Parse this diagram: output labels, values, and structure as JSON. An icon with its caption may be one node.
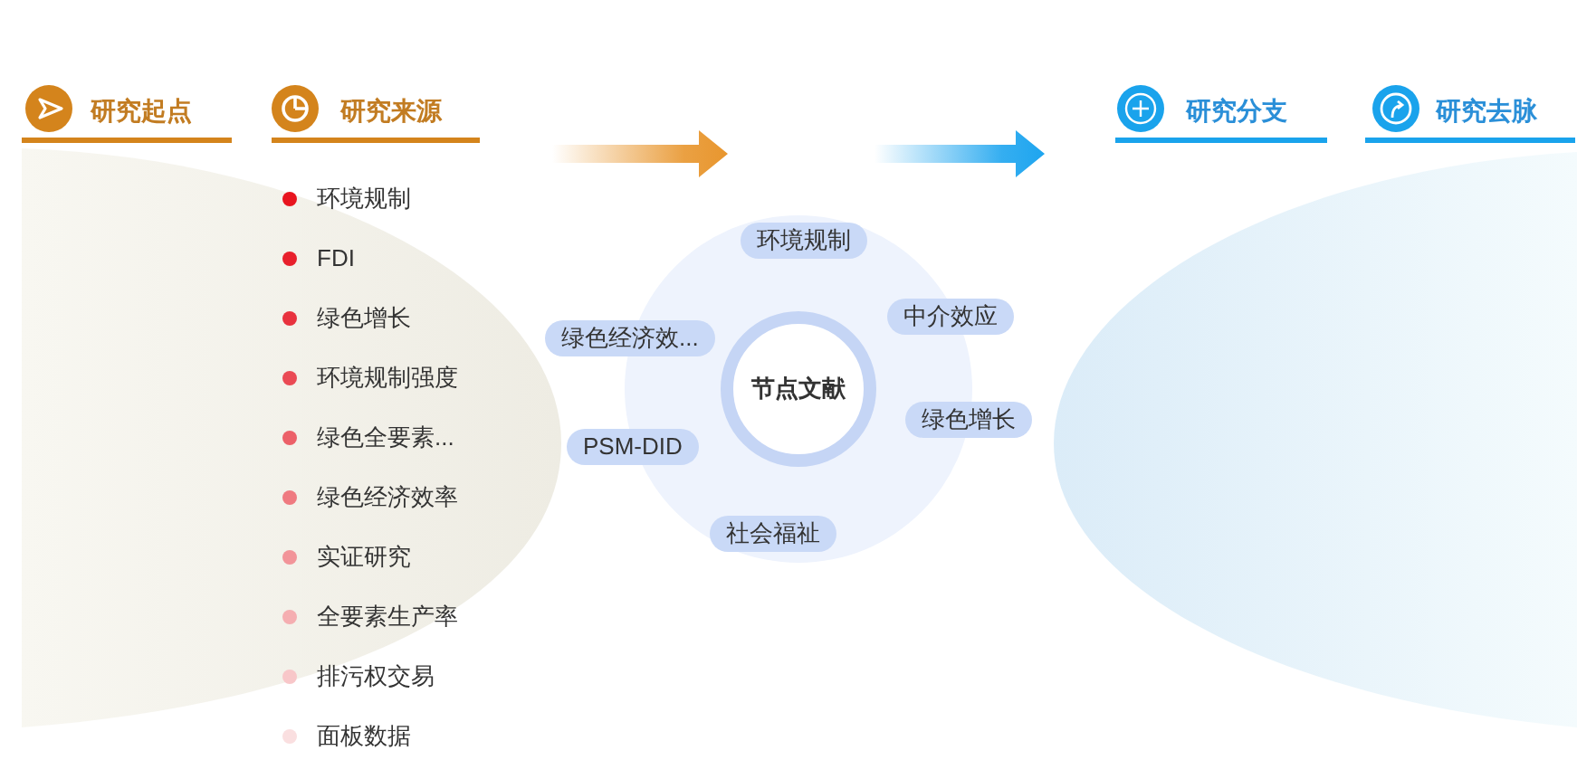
{
  "diagram": {
    "nodes": [
      {
        "text": [
          "环境规制"
        ]
      },
      {
        "text": [
          "中介效应"
        ]
      },
      {
        "text": [
          "绿色经济效..."
        ]
      },
      {
        "text": [
          "节点文献"
        ]
      },
      {
        "text": [
          "绿色增长"
        ]
      },
      {
        "text": [
          "PSM-DID"
        ]
      },
      {
        "text": [
          "社会福祉"
        ]
      }
    ],
    "labels": [
      "研究起点",
      "研究来源",
      "研究分支",
      "研究去脉",
      "环境规制",
      "FDI",
      "绿色增长",
      "环境规制强度",
      "绿色全要素...",
      "绿色经济效率",
      "实证研究",
      "全要素生产率",
      "排污权交易",
      "面板数据"
    ]
  }
}
